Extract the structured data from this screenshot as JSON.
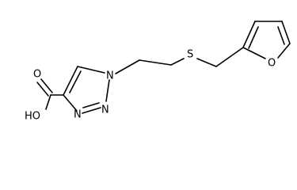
{
  "molecule": {
    "atoms": {
      "hydroxyl": "HO",
      "carbonyl_oxygen": "O",
      "triazole_n1": "N",
      "triazole_n2": "N",
      "triazole_n3": "N",
      "thioether_sulfur": "S",
      "furan_oxygen": "O"
    }
  },
  "colors": {
    "bond": "#000000",
    "label": "#000000",
    "background": "#ffffff"
  }
}
